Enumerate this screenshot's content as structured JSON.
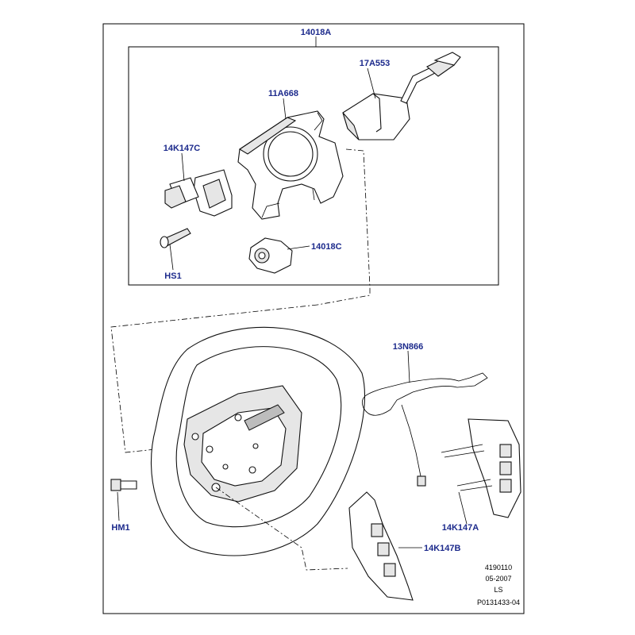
{
  "labels": {
    "assembly": "14018A",
    "wiper_switch": "17A553",
    "clockspring_housing": "11A668",
    "indicator_switch": "14K147C",
    "screw": "HS1",
    "clockspring": "14018C",
    "harness": "13N866",
    "bolt": "HM1",
    "switch_right": "14K147A",
    "switch_left": "14K147B"
  },
  "footer": {
    "line1": "4190110",
    "line2": "05-2007",
    "line3": "LS",
    "line4": "P0131433-04"
  }
}
